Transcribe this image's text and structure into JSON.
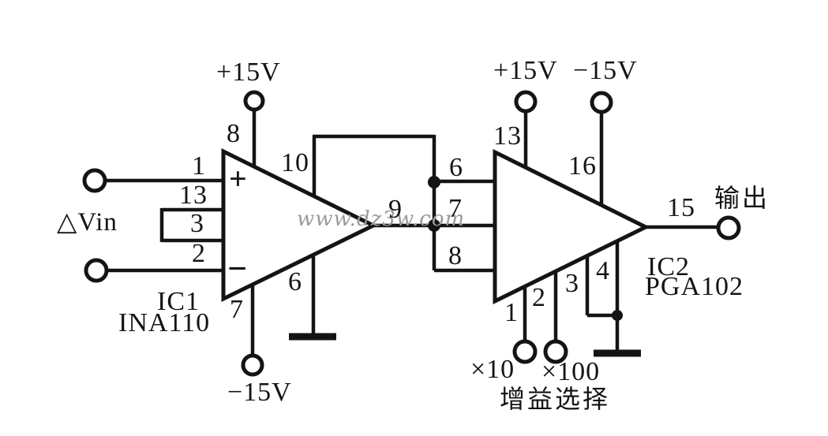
{
  "diagram": {
    "watermark": "www.dz3w.com",
    "input_label": "△Vin",
    "output_label": "输出",
    "gain_select": {
      "x10": "×10",
      "x100": "×100",
      "caption": "增益选择"
    },
    "colors": {
      "line": "#141414",
      "watermark": "#9a9a9a",
      "background": "#ffffff"
    }
  },
  "ic1": {
    "designator": "IC1",
    "part": "INA110",
    "supply_pos": "+15V",
    "supply_neg": "−15V",
    "plus_sign": "+",
    "minus_sign": "−",
    "pins": {
      "in_pos": "1",
      "short_a": "13",
      "short_b": "3",
      "in_neg": "2",
      "vplus": "8",
      "sense": "10",
      "out": "9",
      "ref": "6",
      "vminus": "7"
    }
  },
  "ic2": {
    "designator": "IC2",
    "part": "PGA102",
    "supply_pos": "+15V",
    "supply_neg": "−15V",
    "pins": {
      "vplus": "13",
      "vminus": "16",
      "out": "15",
      "in_a": "6",
      "in_b": "7",
      "in_c": "8",
      "gain_1": "1",
      "gain_2": "2",
      "gain_3": "3",
      "gain_4": "4"
    }
  }
}
